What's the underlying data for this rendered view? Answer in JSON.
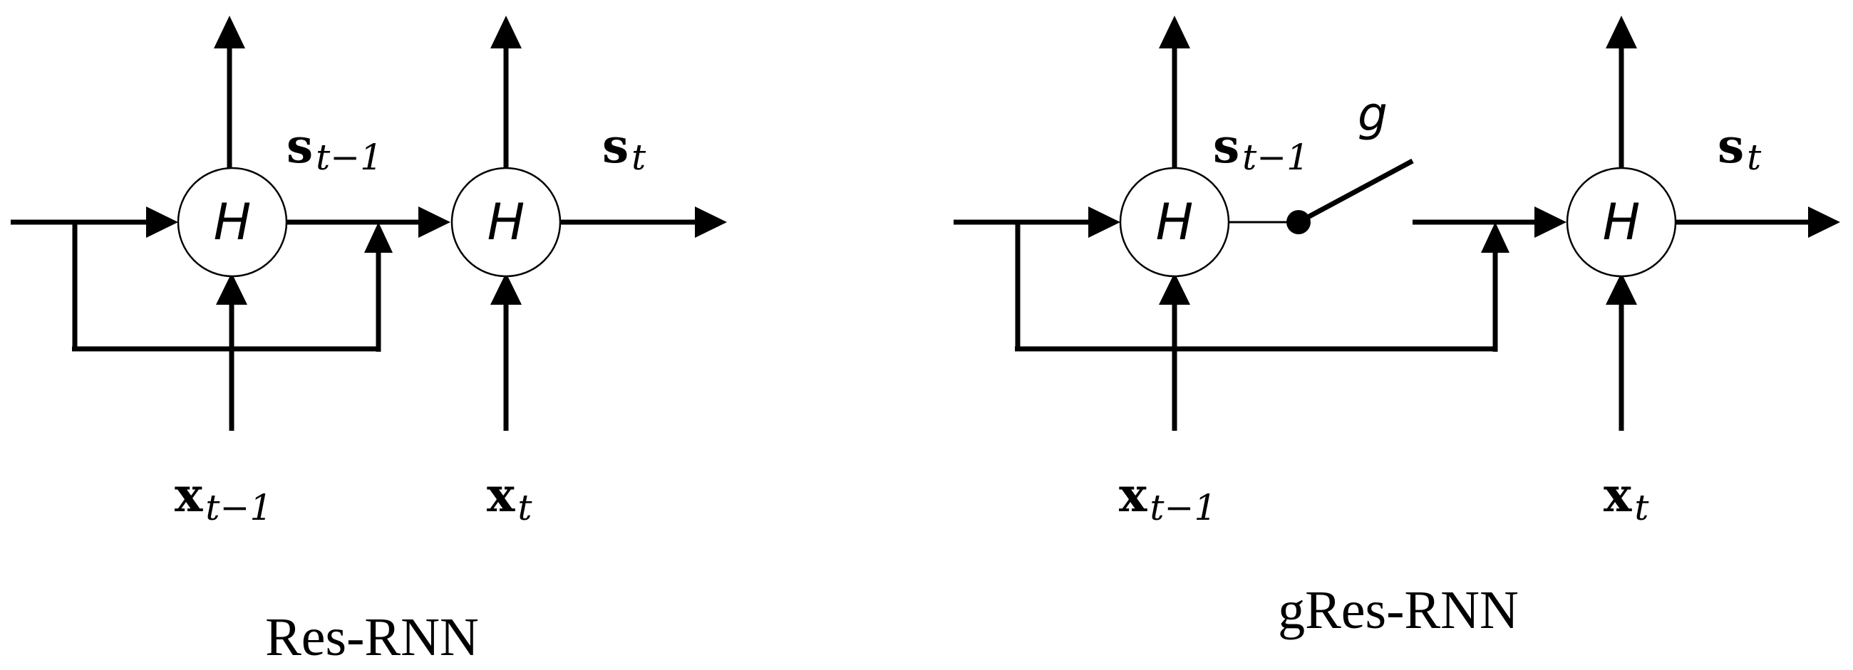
{
  "left_diagram": {
    "caption": "Res-RNN",
    "node_left": "H",
    "node_right": "H",
    "state_prev": {
      "base": "s",
      "sub": "t−1"
    },
    "state_cur": {
      "base": "s",
      "sub": "t"
    },
    "input_prev": {
      "base": "x",
      "sub": "t−1"
    },
    "input_cur": {
      "base": "x",
      "sub": "t"
    }
  },
  "right_diagram": {
    "caption": "gRes-RNN",
    "gate": "g",
    "node_left": "H",
    "node_right": "H",
    "state_prev": {
      "base": "s",
      "sub": "t−1"
    },
    "state_cur": {
      "base": "s",
      "sub": "t"
    },
    "input_prev": {
      "base": "x",
      "sub": "t−1"
    },
    "input_cur": {
      "base": "x",
      "sub": "t"
    }
  }
}
